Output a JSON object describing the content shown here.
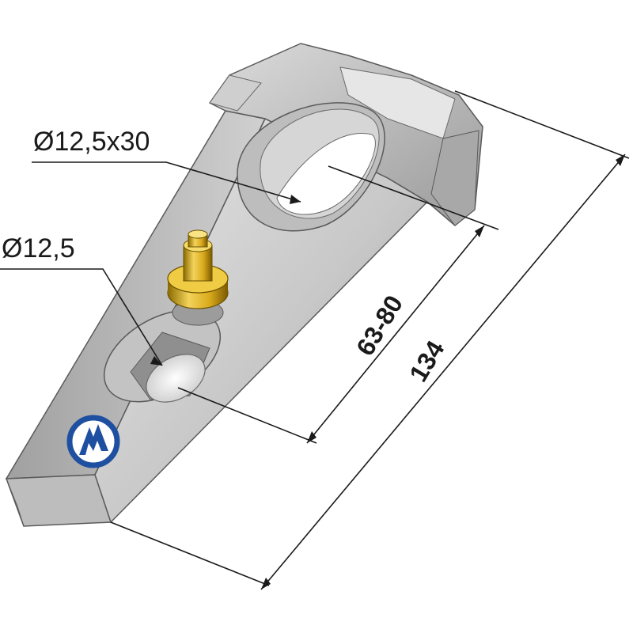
{
  "labels": {
    "slot_diameter": "Ø12,5x30",
    "hole_diameter": "Ø12,5",
    "slot_distance": "63-80",
    "overall_length": "134"
  },
  "colors": {
    "steel_light": "#d9d9d9",
    "steel_mid": "#b3b3b3",
    "steel_dark": "#8a8a8a",
    "brass": "#d9a91c",
    "logo_blue": "#1f4fa0",
    "line": "#1a1a1a"
  },
  "icons": {
    "logo": "brand-logo-icon",
    "bolt": "brass-bolt"
  }
}
